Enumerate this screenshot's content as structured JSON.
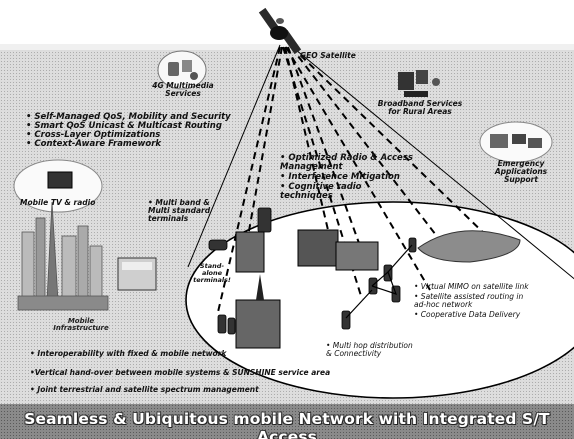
{
  "satellite": {
    "label": "GEO Satellite"
  },
  "services": {
    "multimedia": "4G Multimedia Services",
    "broadband": "Broadband Services for Rural Areas",
    "emergency": "Emergency Applications Support",
    "mobile_tv": "Mobile TV & radio"
  },
  "left_bullets": [
    "• Self-Managed QoS, Mobility and Security",
    "• Smart QoS Unicast & Multicast Routing",
    "• Cross-Layer Optimizations",
    "• Context-Aware Framework"
  ],
  "center_bullets": [
    "• Optimized Radio & Access Management",
    "• Interference Mitigation",
    "• Cognitive radio techniques"
  ],
  "terminals": {
    "multi_band": "• Multi band & Multi standard terminals",
    "standalone": "Stand-alone terminals!"
  },
  "infrastructure": {
    "label": "Mobile Infrastructure"
  },
  "right_bullets": [
    "• Virtual MIMO on satellite link",
    "• Satellite assisted routing in ad-hoc network",
    "• Cooperative Data Delivery"
  ],
  "multihop": "• Multi hop distribution & Connectivity",
  "bottom_bullets": [
    "• Interoperability with fixed & mobile network",
    "•Vertical hand-over between mobile systems & SUNSHINE service area",
    "• Joint terrestrial and satellite spectrum management"
  ],
  "banner": "Seamless & Ubiquitous mobile Network with Integrated S/T Access"
}
